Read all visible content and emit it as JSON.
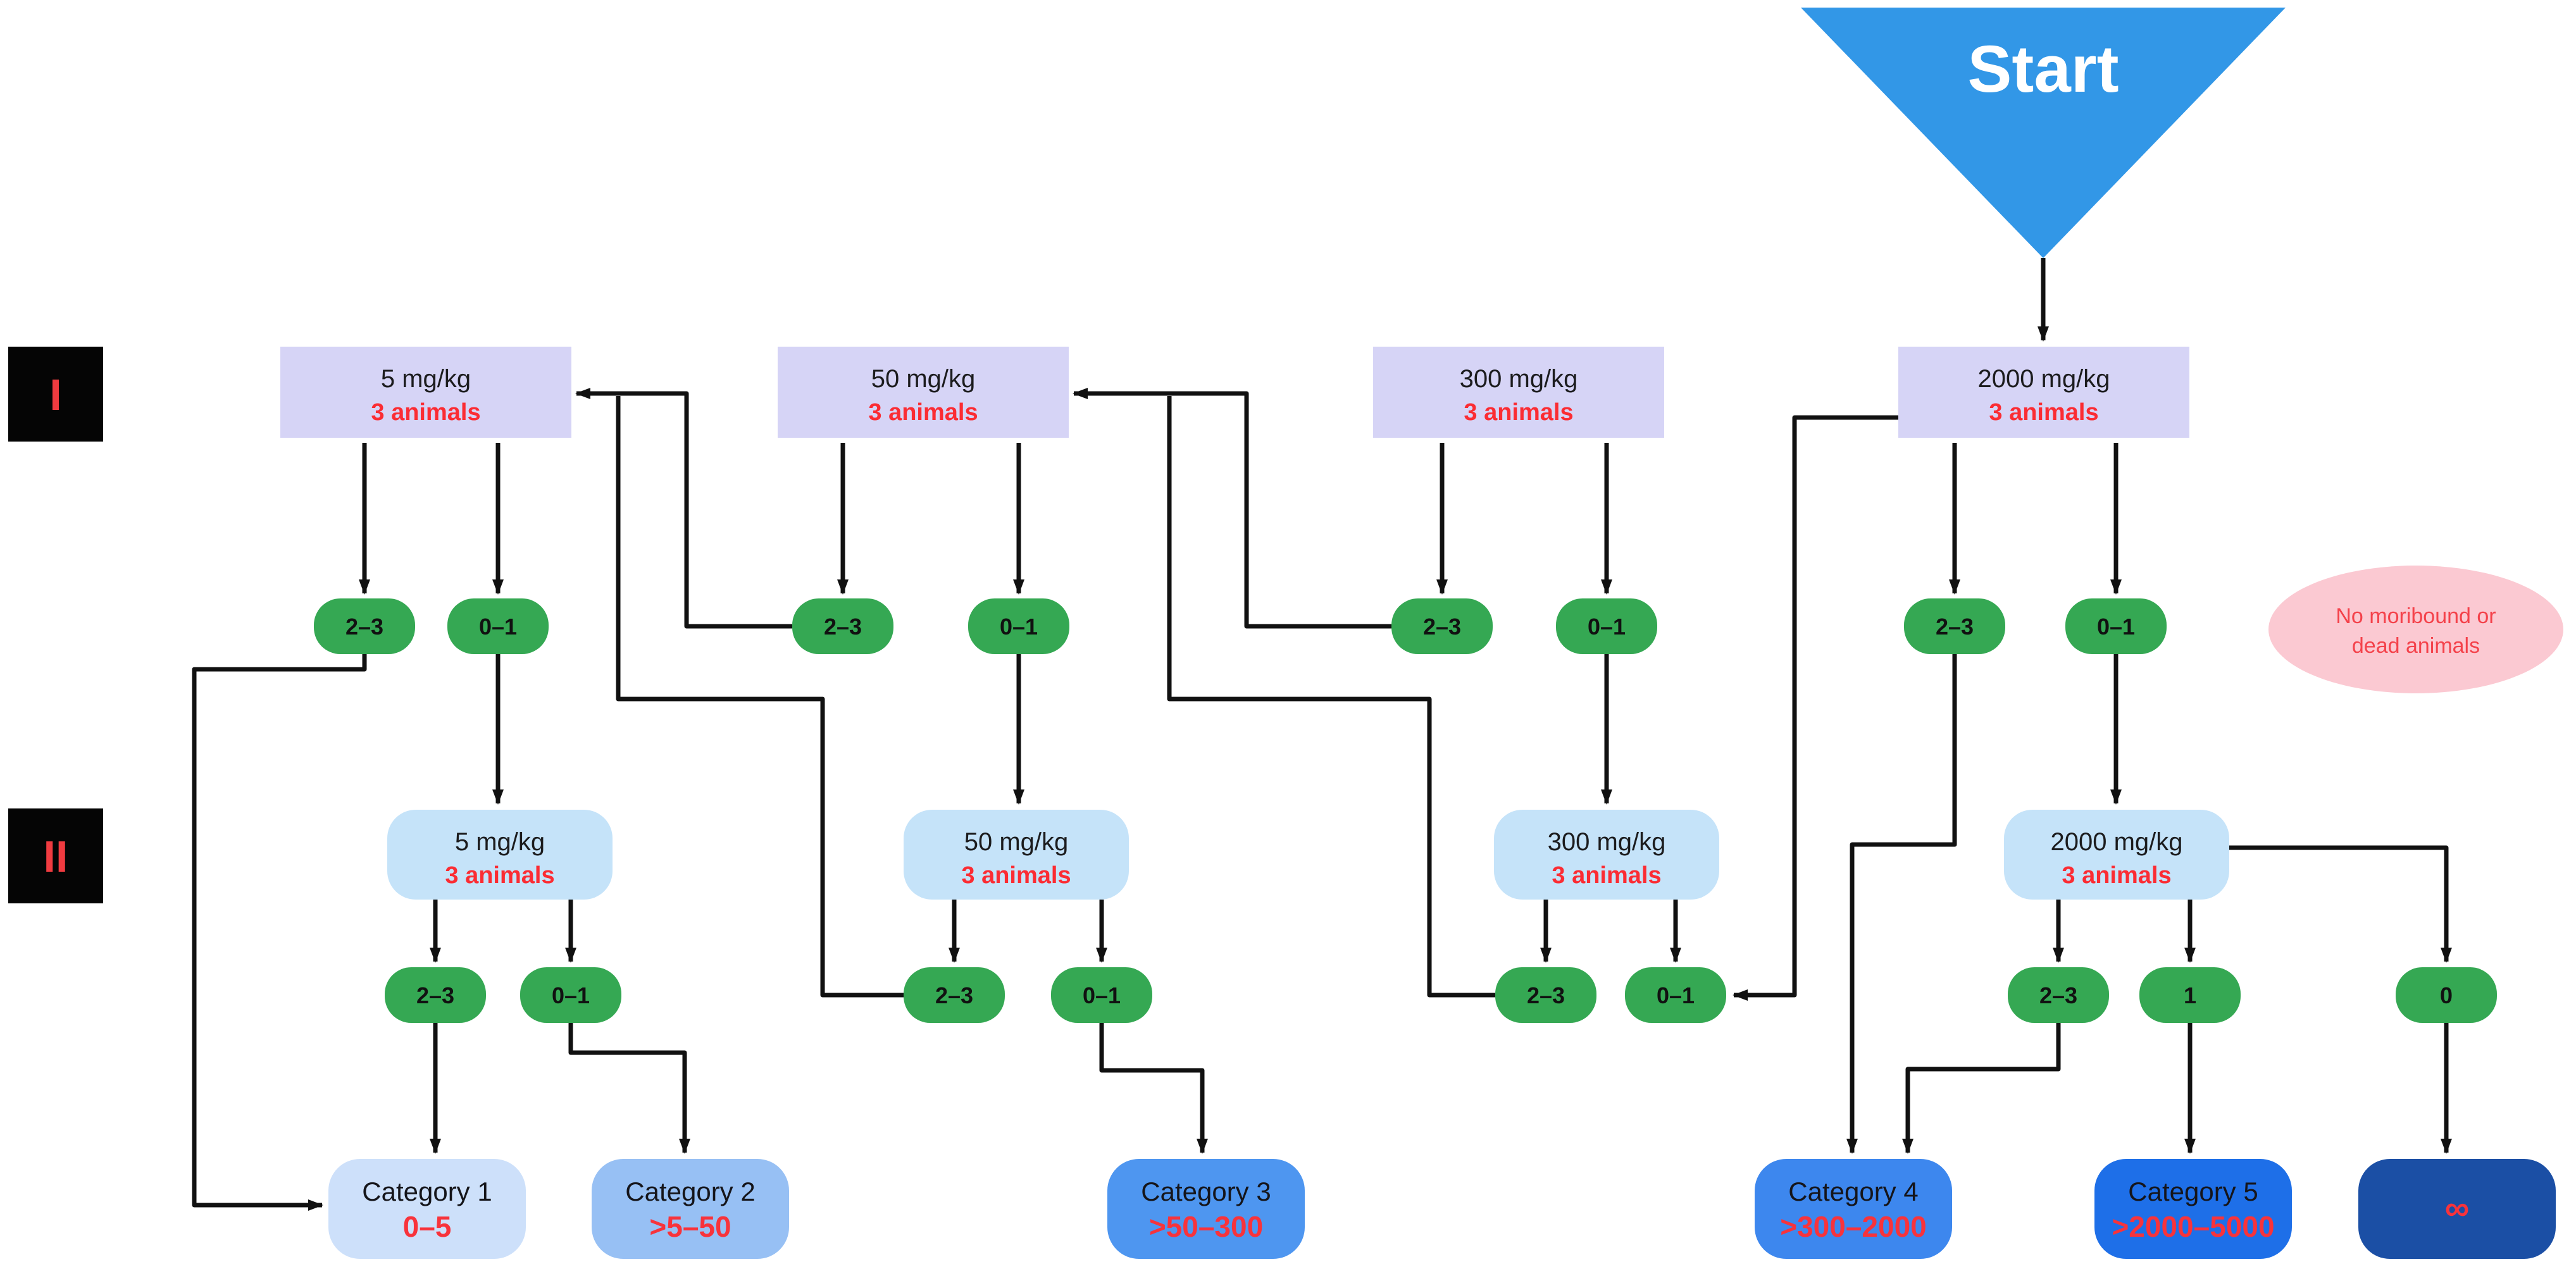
{
  "start_label": "Start",
  "phases": {
    "one": "I",
    "two": "II"
  },
  "outcomes": {
    "two_three": "2–3",
    "zero_one": "0–1",
    "one": "1",
    "zero": "0"
  },
  "doses_step1": [
    {
      "dose": "5 mg/kg",
      "animals": "3 animals"
    },
    {
      "dose": "50 mg/kg",
      "animals": "3 animals"
    },
    {
      "dose": "300 mg/kg",
      "animals": "3 animals"
    },
    {
      "dose": "2000 mg/kg",
      "animals": "3 animals"
    }
  ],
  "doses_step2": [
    {
      "dose": "5 mg/kg",
      "animals": "3 animals"
    },
    {
      "dose": "50 mg/kg",
      "animals": "3 animals"
    },
    {
      "dose": "300 mg/kg",
      "animals": "3 animals"
    },
    {
      "dose": "2000 mg/kg",
      "animals": "3 animals"
    }
  ],
  "categories": [
    {
      "name": "Category 1",
      "range": "0–5"
    },
    {
      "name": "Category 2",
      "range": ">5–50"
    },
    {
      "name": "Category 3",
      "range": ">50–300"
    },
    {
      "name": "Category 4",
      "range": ">300–2000"
    },
    {
      "name": "Category 5",
      "range": ">2000–5000"
    },
    {
      "name": "",
      "range": "∞"
    }
  ],
  "note": {
    "line1": "No moribound or",
    "line2": "dead animals"
  },
  "colors": {
    "start_blue": "#3297e7",
    "lavender_box": "#d6d4f6",
    "lightblue_box": "#c5e3f9",
    "green_pill": "#35a853",
    "pink_note": "#fbc9d2",
    "label_black": "#050505",
    "red_accent": "#f8333b",
    "cat1": "#cde0fa",
    "cat2": "#97c0f4",
    "cat3": "#4e96f0",
    "cat4": "#3d87ee",
    "cat5": "#1e6fe8",
    "cat_infinity": "#1b4fa5"
  }
}
